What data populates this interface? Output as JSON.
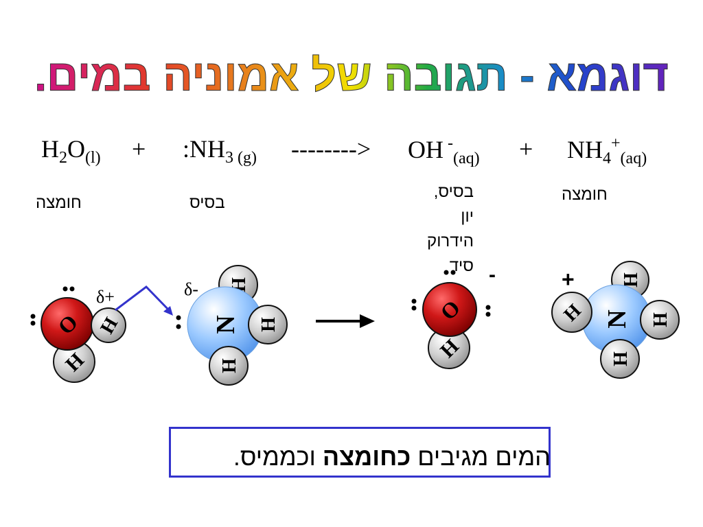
{
  "title": {
    "text": "דוגמא - תגובה של אמוניה במים.",
    "words": [
      {
        "text": "דוגמא",
        "color": "#5522bb"
      },
      {
        "text": "-",
        "color": "#2244cc"
      },
      {
        "text": "תגובה",
        "color": "#1a8cc8"
      },
      {
        "text": "של",
        "color": "#f2e000"
      },
      {
        "text": "אמוניה",
        "color": "#e88a1a"
      },
      {
        "text": "במים.",
        "color": "#cc1188"
      }
    ]
  },
  "equation": {
    "water": {
      "main": "H",
      "sub1": "2",
      "main2": "O",
      "state": "(l)"
    },
    "plus1": "+",
    "ammonia": {
      "prefix": ":NH",
      "sub": "3",
      "state": " (g)"
    },
    "arrow": "-------->",
    "hydroxide": {
      "main": "OH",
      "charge": " -",
      "state": "(aq)"
    },
    "plus2": "+",
    "ammonium": {
      "main": "NH",
      "sub": "4",
      "charge": "+",
      "state": "(aq)"
    }
  },
  "roles": {
    "water": "חומצה",
    "ammonia": "בסיס",
    "hydroxide_line1": "בסיס,",
    "hydroxide_line2": "יון",
    "hydroxide_line3": "הידרוק",
    "hydroxide_line4": "סיד",
    "ammonium": "חומצה"
  },
  "molecules": {
    "atom_O": "O",
    "atom_N": "N",
    "atom_H": "H",
    "delta_plus": "δ+",
    "delta_minus": "δ-",
    "charge_minus": "-",
    "charge_plus": "+"
  },
  "note": {
    "before": "המים מגיבים ",
    "bold": "כחומצה",
    "after": " וכממיס."
  },
  "colors": {
    "oxygen": "#cc1a1a",
    "nitrogen": "#7ab8ff",
    "hydrogen": "#c8c8c8",
    "arrow_blue": "#3333cc",
    "box_border": "#3333cc"
  }
}
